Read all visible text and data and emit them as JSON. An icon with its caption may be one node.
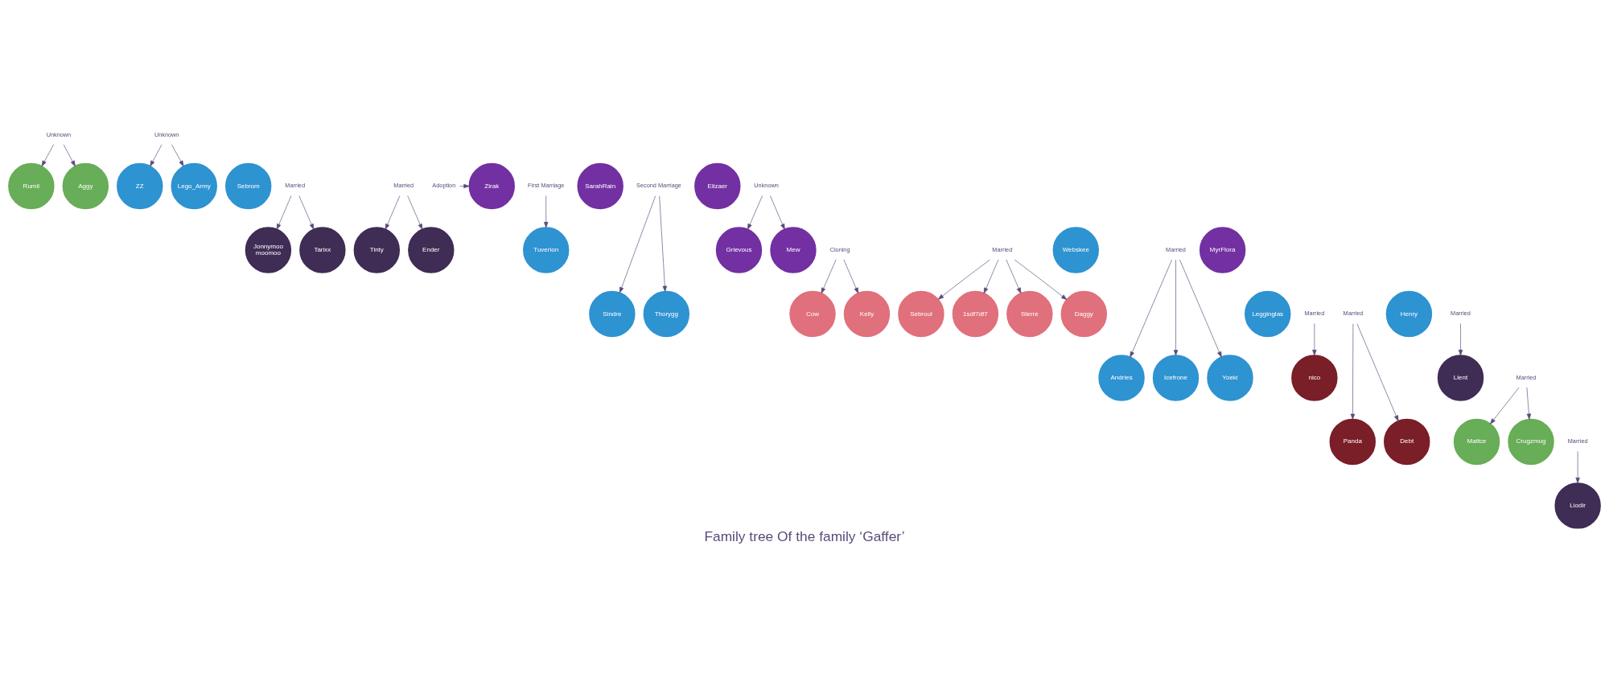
{
  "diagram": {
    "title": "Family tree Of the family ‘Gaffer’",
    "nodes": [
      {
        "text": [
          "Unknown"
        ]
      },
      {
        "text": [
          "Unknown"
        ]
      },
      {
        "text": [
          "Sebrom"
        ]
      },
      {
        "text": [
          "Married"
        ]
      },
      {
        "text": [
          "Rumil"
        ]
      },
      {
        "text": [
          "Aggy"
        ]
      },
      {
        "text": [
          "Married"
        ]
      },
      {
        "text": [
          "ZZ"
        ]
      },
      {
        "text": [
          "Lego_Army"
        ]
      },
      {
        "text": [
          "Adoption"
        ]
      },
      {
        "text": [
          "Zirak"
        ]
      },
      {
        "text": [
          "First Marriage"
        ]
      },
      {
        "text": [
          "SarahRain"
        ]
      },
      {
        "text": [
          "Second Marriage"
        ]
      },
      {
        "text": [
          "Elizaer"
        ]
      },
      {
        "text": [
          "Jonnymoo moomoo"
        ]
      },
      {
        "text": [
          "Tarixx"
        ]
      },
      {
        "text": [
          "Unknown"
        ]
      },
      {
        "text": [
          "Tinty"
        ]
      },
      {
        "text": [
          "Cloning"
        ]
      },
      {
        "text": [
          "Ender"
        ]
      },
      {
        "text": [
          "Married"
        ]
      },
      {
        "text": [
          "Webskee"
        ]
      },
      {
        "text": [
          "Tuverion"
        ]
      },
      {
        "text": [
          "Grievous"
        ]
      },
      {
        "text": [
          "Mew"
        ]
      },
      {
        "text": [
          "Married"
        ]
      },
      {
        "text": [
          "MyrFlora"
        ]
      },
      {
        "text": [
          "Legginglas"
        ]
      },
      {
        "text": [
          "Married"
        ]
      },
      {
        "text": [
          "Cow"
        ]
      },
      {
        "text": [
          "Kelly"
        ]
      },
      {
        "text": [
          "Married"
        ]
      },
      {
        "text": [
          "Henry"
        ]
      },
      {
        "text": [
          "Sebroul"
        ]
      },
      {
        "text": [
          "1sdf7df7"
        ]
      },
      {
        "text": [
          "Sterre"
        ]
      },
      {
        "text": [
          "Daggy"
        ]
      },
      {
        "text": [
          "Married"
        ]
      },
      {
        "text": [
          "Sindre"
        ]
      },
      {
        "text": [
          "Thorygg"
        ]
      },
      {
        "text": [
          "Andries"
        ]
      },
      {
        "text": [
          "Icefrone"
        ]
      },
      {
        "text": [
          "Yoeki"
        ]
      },
      {
        "text": [
          "Married"
        ]
      },
      {
        "text": [
          "nico"
        ]
      },
      {
        "text": [
          "Lient"
        ]
      },
      {
        "text": [
          "Mattce"
        ]
      },
      {
        "text": [
          "Crugzmug"
        ]
      },
      {
        "text": [
          "Married"
        ]
      },
      {
        "text": [
          "Panda"
        ]
      },
      {
        "text": [
          "Debt"
        ]
      },
      {
        "text": [
          "Liodir"
        ]
      }
    ],
    "edges": [
      {
        "from": 0,
        "to": 4,
        "arrow": "to"
      },
      {
        "from": 0,
        "to": 5,
        "arrow": "to"
      },
      {
        "from": 1,
        "to": 7,
        "arrow": "to"
      },
      {
        "from": 1,
        "to": 8,
        "arrow": "to"
      },
      {
        "from": 3,
        "to": 15,
        "arrow": "to"
      },
      {
        "from": 3,
        "to": 16,
        "arrow": "to"
      },
      {
        "from": 6,
        "to": 18,
        "arrow": "to"
      },
      {
        "from": 6,
        "to": 20,
        "arrow": "to"
      },
      {
        "from": 9,
        "to": 10,
        "arrow": "to"
      },
      {
        "from": 11,
        "to": 23,
        "arrow": "to"
      },
      {
        "from": 13,
        "to": 39,
        "arrow": "to"
      },
      {
        "from": 13,
        "to": 40,
        "arrow": "to"
      },
      {
        "from": 17,
        "to": 24,
        "arrow": "to"
      },
      {
        "from": 17,
        "to": 25,
        "arrow": "to"
      },
      {
        "from": 19,
        "to": 30,
        "arrow": "to"
      },
      {
        "from": 19,
        "to": 31,
        "arrow": "to"
      },
      {
        "from": 21,
        "to": 34,
        "arrow": "to"
      },
      {
        "from": 21,
        "to": 35,
        "arrow": "to"
      },
      {
        "from": 21,
        "to": 36,
        "arrow": "to"
      },
      {
        "from": 21,
        "to": 37,
        "arrow": "to"
      },
      {
        "from": 26,
        "to": 41,
        "arrow": "to"
      },
      {
        "from": 26,
        "to": 42,
        "arrow": "to"
      },
      {
        "from": 26,
        "to": 43,
        "arrow": "to"
      },
      {
        "from": 29,
        "to": 45,
        "arrow": "to"
      },
      {
        "from": 32,
        "to": 50,
        "arrow": "to"
      },
      {
        "from": 32,
        "to": 51,
        "arrow": "to"
      },
      {
        "from": 38,
        "to": 46,
        "arrow": "to"
      },
      {
        "from": 44,
        "to": 47,
        "arrow": "to"
      },
      {
        "from": 44,
        "to": 48,
        "arrow": "to"
      },
      {
        "from": 49,
        "to": 52,
        "arrow": "to"
      }
    ]
  }
}
